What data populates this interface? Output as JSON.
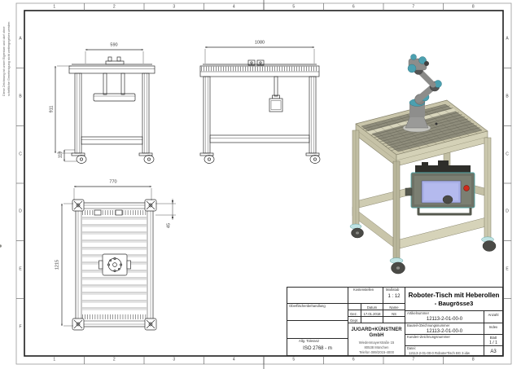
{
  "frame": {
    "columns": [
      "1",
      "2",
      "3",
      "4",
      "5",
      "6",
      "7",
      "8"
    ],
    "rows": [
      "A",
      "B",
      "C",
      "D",
      "E",
      "F"
    ],
    "note_line1": "Diese Zeichnung ist unser Eigentum und darf ohne",
    "note_line2": "schriftliche Genehmigung nicht weitergegeben werden"
  },
  "views": {
    "side_view": {
      "dim_width": "590",
      "dim_height": "911",
      "dim_caster": "119"
    },
    "front_view": {
      "dim_width": "1080"
    },
    "top_view": {
      "dim_width": "770",
      "dim_length": "1215",
      "dim_offset": "45"
    }
  },
  "title_block": {
    "title_line1": "Roboter-Tisch mit Heberollen",
    "title_line2": "- Baugrösse3",
    "labels": {
      "kostenstellen": "Kostenstellen",
      "massstab": "Maßstab",
      "datum": "Datum",
      "name": "Name",
      "gez": "Gez.",
      "gepr": "Gepr.",
      "oberflaeche": "Oberflächenbehandlung",
      "toleranz": "Allg. Toleranz",
      "artikelnummer": "Artikelnummer",
      "zeichnungsnummer": "Bauteil-/Zeichnungsnummer",
      "kunden": "Kunden-Zeichnungsnummer",
      "datei": "Datei:",
      "anzahl": "Anzahl",
      "index": "Index",
      "blatt": "Blatt"
    },
    "values": {
      "scale": "1 : 12",
      "date": "17.01.2018",
      "drawn_by": "NS",
      "article_number": "12113-2-01-00-0",
      "drawing_number": "12113-2-01-00-0",
      "sheet_count": "1 / 1",
      "format": "A3",
      "tolerance": "ISO 2768 - m",
      "file": "12113-2-01-00-0 RoboterTisch BG 3.idw"
    },
    "company": {
      "name_line1": "JUGARD+KÜNSTNER",
      "name_line2": "GmbH",
      "address1": "Wiedenmayerstraße 15",
      "address2": "80538 München",
      "address3": "Telefon 089/2015-4000"
    }
  }
}
